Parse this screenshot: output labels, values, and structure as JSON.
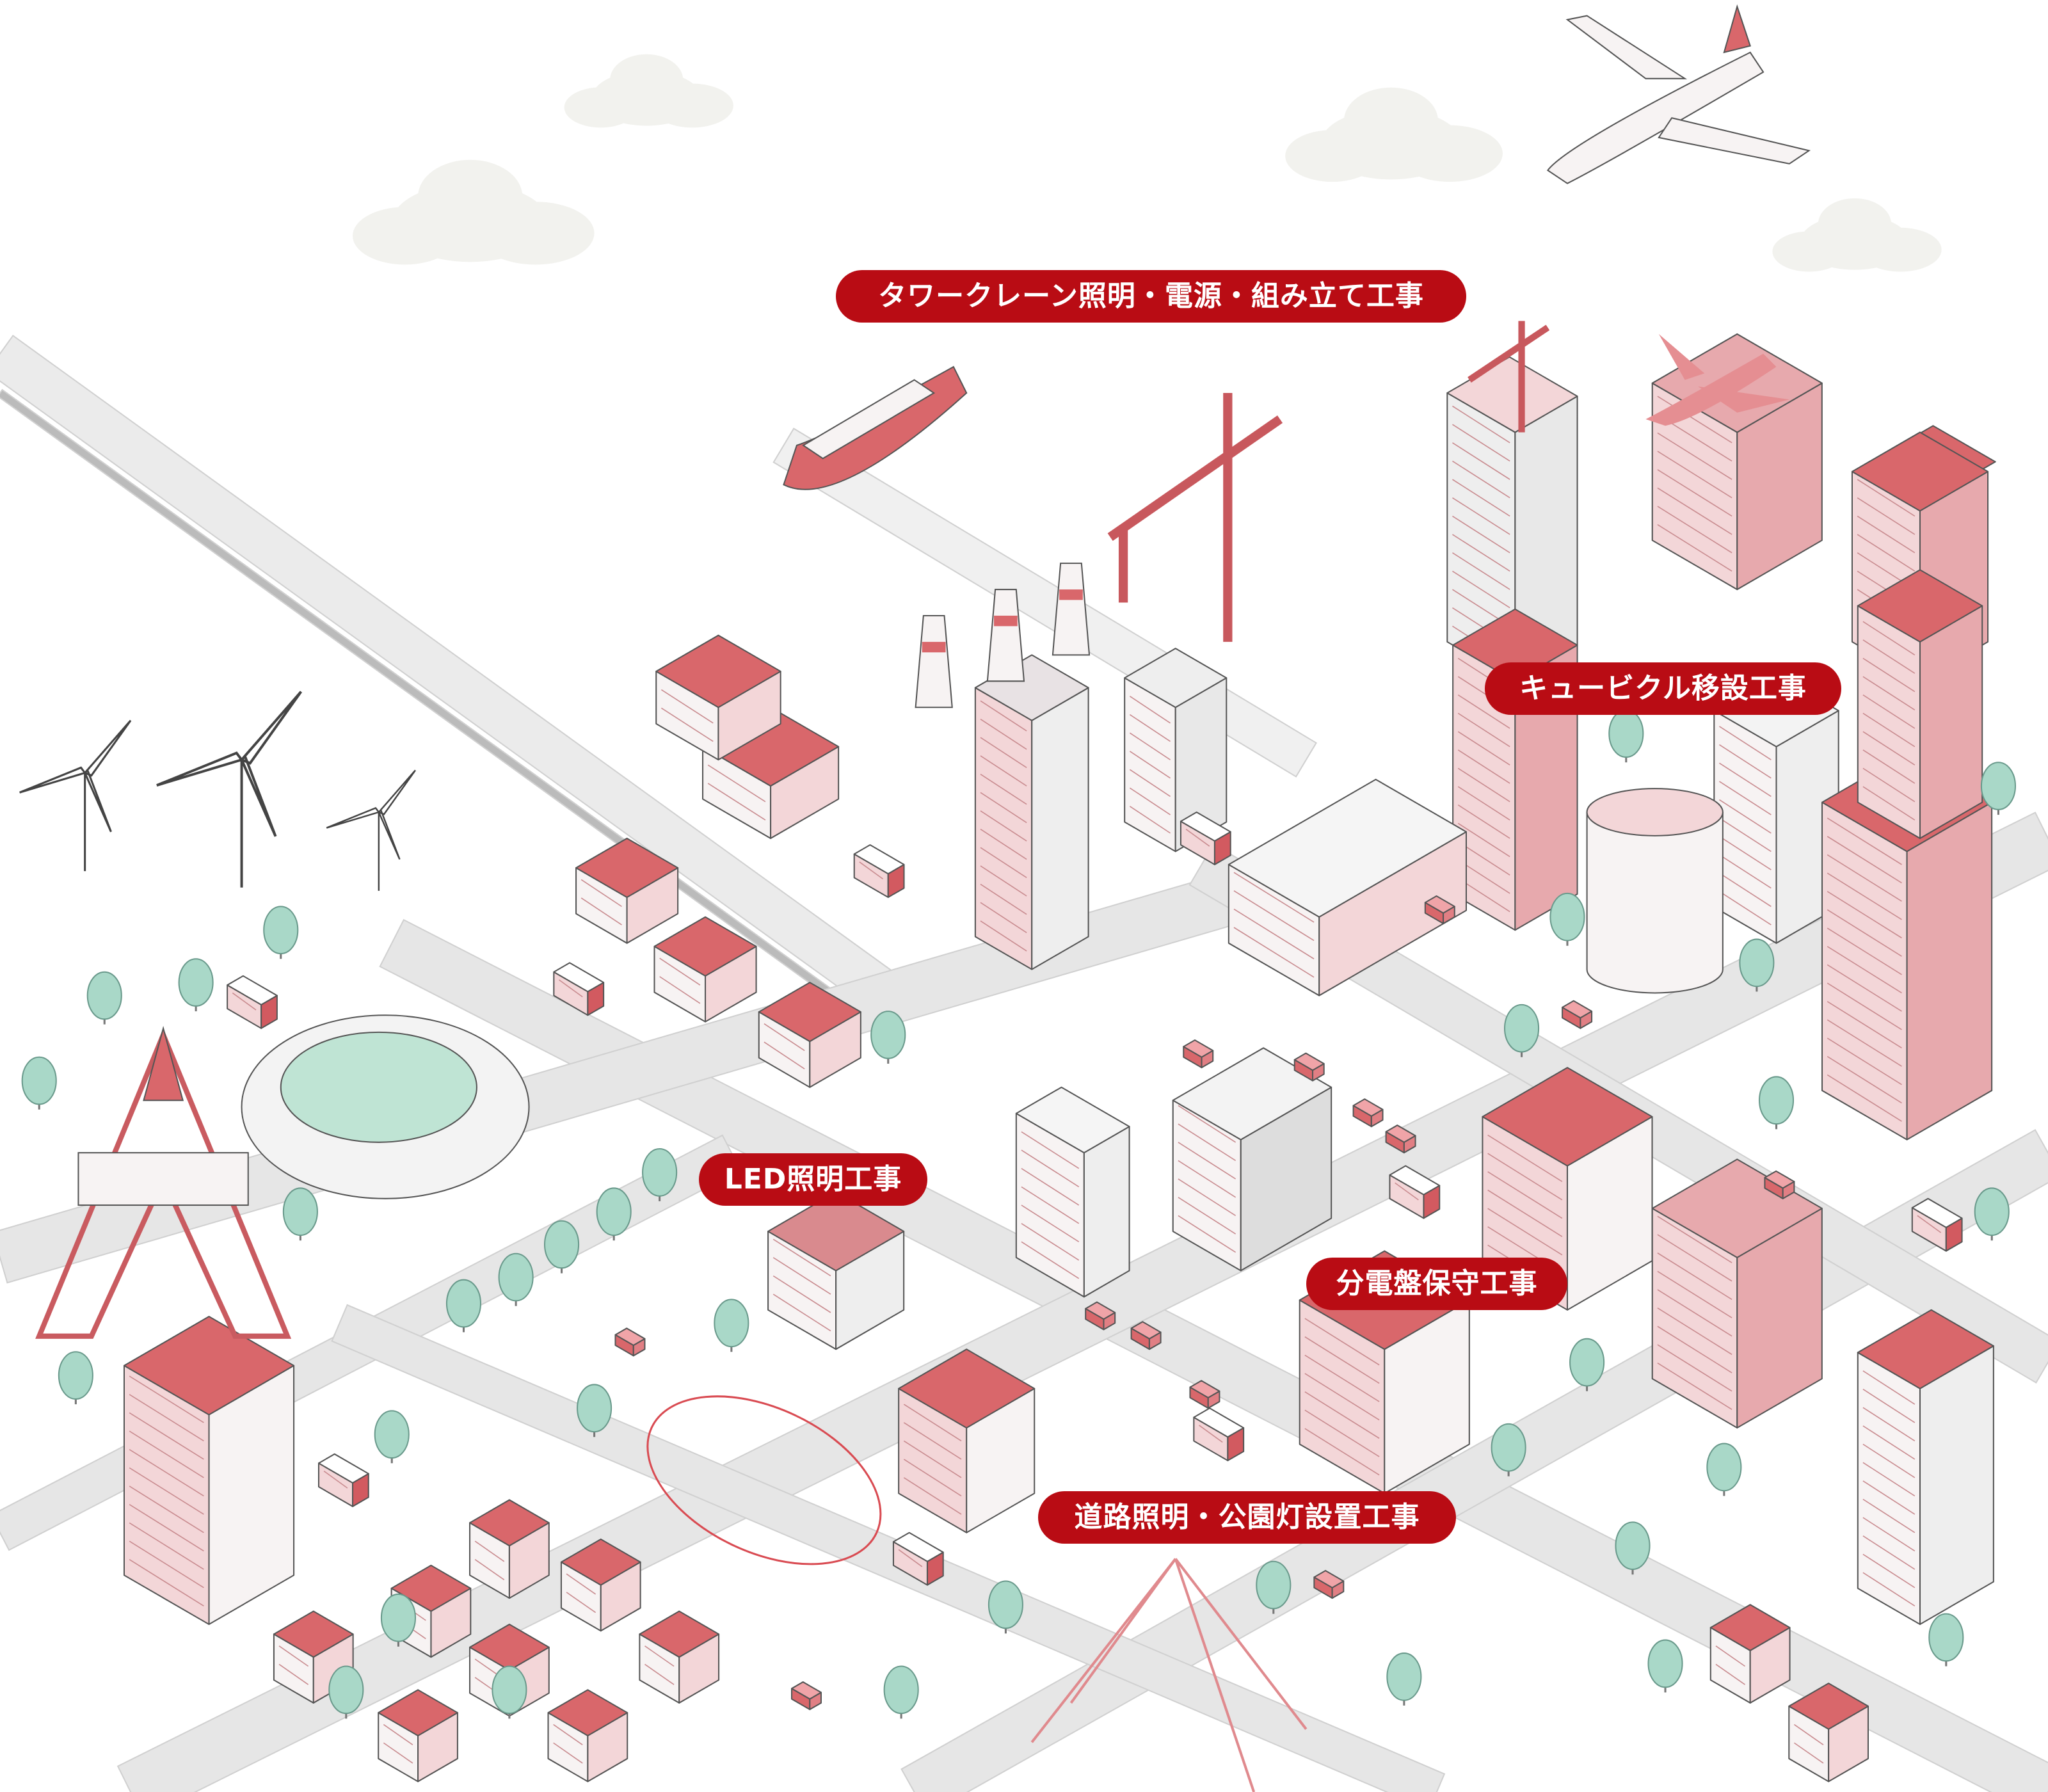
{
  "labels": {
    "tower_crane": "タワークレーン照明・電源・組み立て工事",
    "cubicle": "キュービクル移設工事",
    "led": "LED照明工事",
    "distribution_board": "分電盤保守工事",
    "road_lighting": "道路照明・公園灯設置工事"
  },
  "colors": {
    "label_bg": "#b90c14",
    "accent_pink": "#d9676b",
    "light_pink": "#f3d6d8",
    "road": "#e6e6e6",
    "tree": "#a9d8c8"
  }
}
